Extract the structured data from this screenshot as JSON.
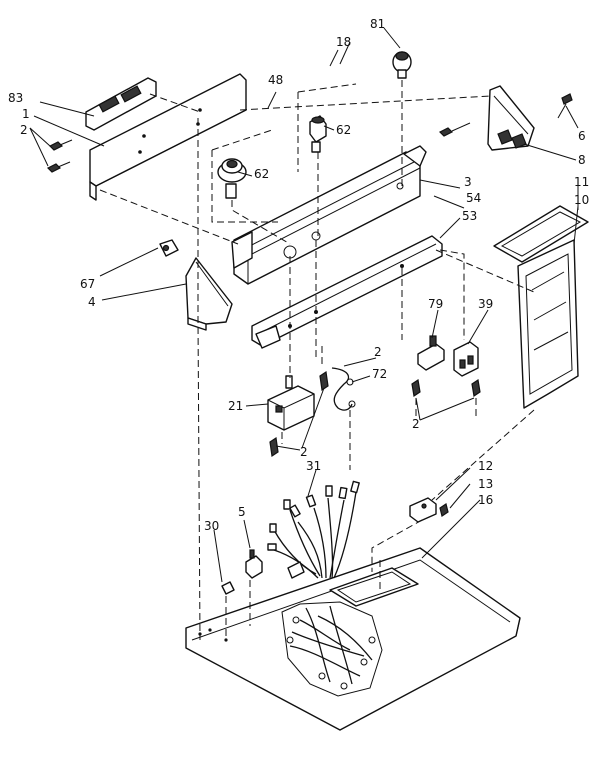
{
  "callouts": {
    "c83": "83",
    "c1": "1",
    "c2a": "2",
    "c48": "48",
    "c18": "18",
    "c81": "81",
    "c62a": "62",
    "c62b": "62",
    "c6": "6",
    "c8": "8",
    "c3": "3",
    "c54": "54",
    "c53": "53",
    "c11": "11",
    "c10": "10",
    "c67": "67",
    "c4": "4",
    "c79": "79",
    "c39": "39",
    "c2b": "2",
    "c72": "72",
    "c21": "21",
    "c2c": "2",
    "c2d": "2",
    "c31": "31",
    "c12": "12",
    "c13": "13",
    "c16": "16",
    "c5": "5",
    "c30": "30"
  }
}
